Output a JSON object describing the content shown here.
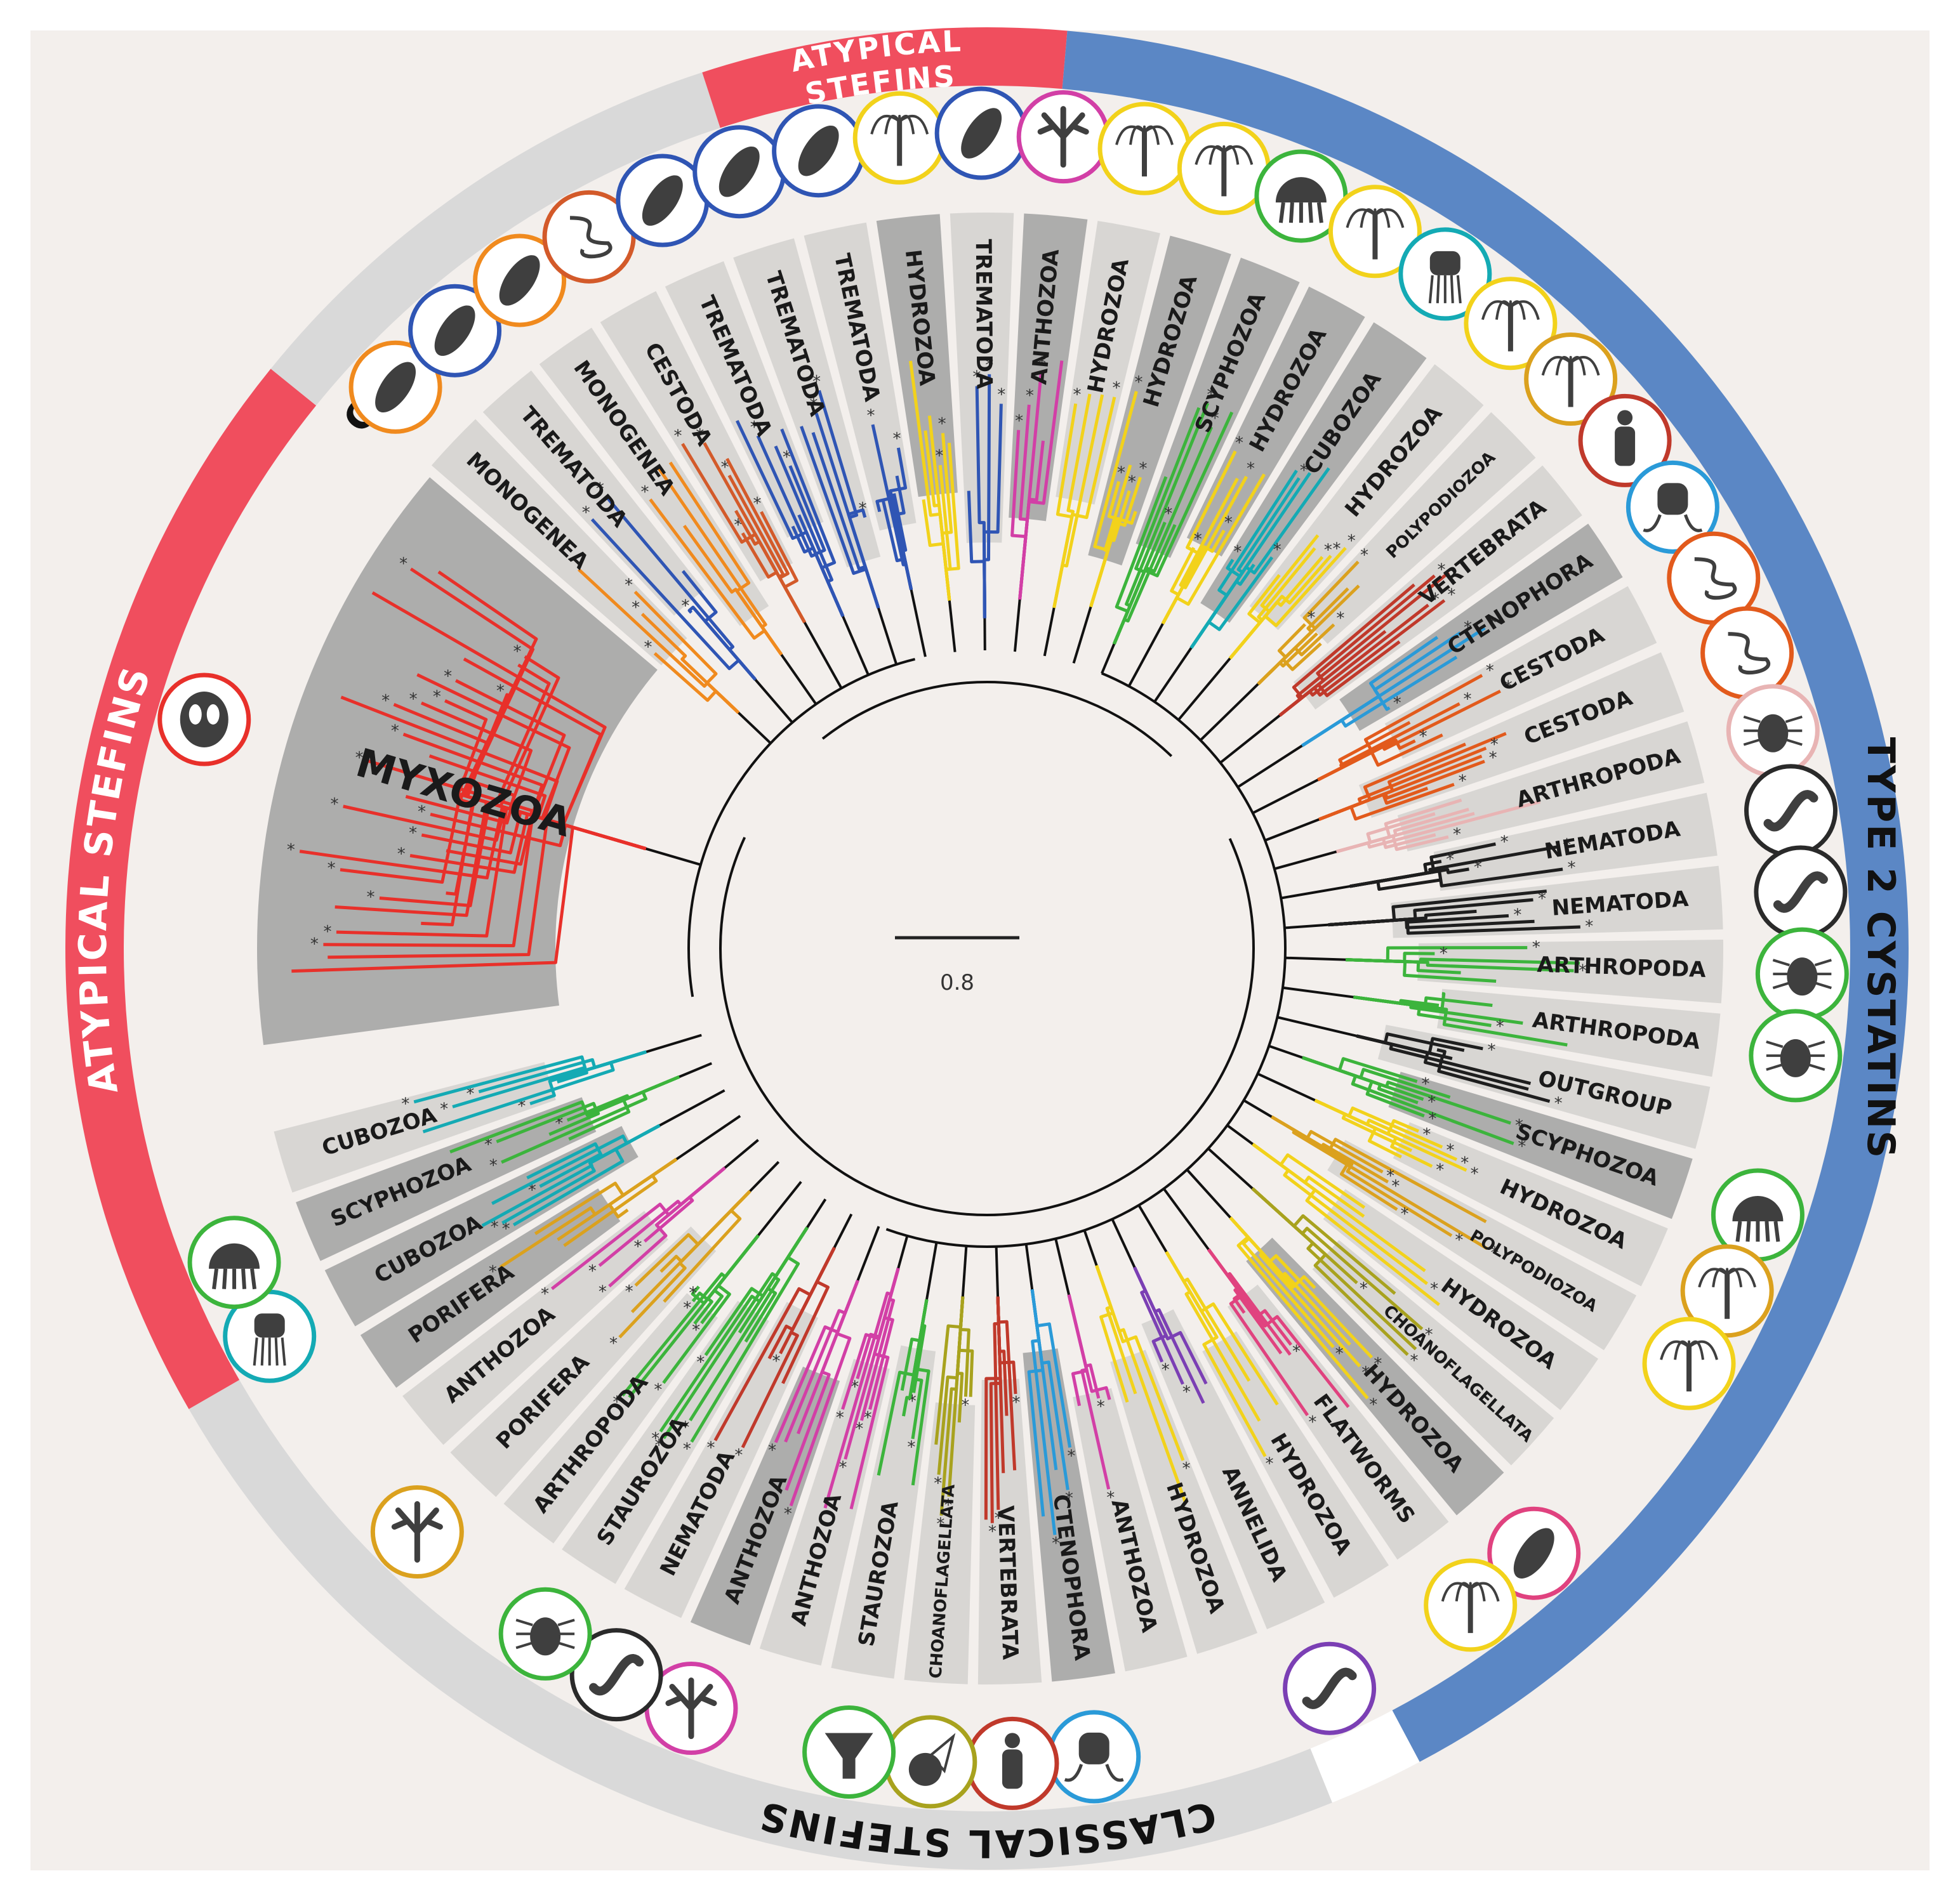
{
  "colors": {
    "background": "#f3efec",
    "frame": "#ffffff",
    "classical": "#d9d9d9",
    "atypical": "#f04e5e",
    "type2": "#5b87c5",
    "gap": "#ffffff",
    "clade_dark": "#a9a9a9",
    "clade_light": "#d6d4d2",
    "branch": "#111111",
    "icon_fill": "#3f3f3f"
  },
  "groups": [
    {
      "label": "ATYPICAL STEFINS",
      "kind": "atypical"
    },
    {
      "label": "CLASSICAL STEFINS",
      "kind": "classical"
    },
    {
      "label": "ATYPICAL",
      "label2": "STEFINS",
      "kind": "atypical"
    },
    {
      "label": "TYPE 2 CYSTATINS",
      "kind": "type2"
    },
    {
      "label": "CLASSICAL STEFINS",
      "kind": "classical"
    }
  ],
  "scale_bar": {
    "label": "0.8"
  },
  "clades": [
    {
      "label": "MYXOZOA",
      "color": "#e8302a",
      "shade": "dark",
      "icon": "myxozoa-spore-icon",
      "ring": "#e8302a"
    },
    {
      "label": "MONOGENEA",
      "color": "#f08a1e",
      "shade": "light",
      "icon": "monogenea-icon",
      "ring": "#f08a1e"
    },
    {
      "label": "TREMATODA",
      "color": "#2f55b4",
      "shade": "light",
      "icon": "flatworm-icon",
      "ring": "#2f55b4"
    },
    {
      "label": "MONOGENEA",
      "color": "#f08a1e",
      "shade": "light",
      "icon": "monogenea-icon",
      "ring": "#f08a1e"
    },
    {
      "label": "CESTODA",
      "color": "#d35a2a",
      "shade": "light",
      "icon": "tapeworm-icon",
      "ring": "#d35a2a"
    },
    {
      "label": "TREMATODA",
      "color": "#2f55b4",
      "shade": "light",
      "icon": "flatworm-icon",
      "ring": "#2f55b4"
    },
    {
      "label": "TREMATODA",
      "color": "#2f55b4",
      "shade": "light",
      "icon": "flatworm-icon",
      "ring": "#2f55b4"
    },
    {
      "label": "TREMATODA",
      "color": "#2f55b4",
      "shade": "light",
      "icon": "flatworm-icon",
      "ring": "#2f55b4"
    },
    {
      "label": "HYDROZOA",
      "color": "#f2d21b",
      "shade": "dark",
      "icon": "hydroid-icon",
      "ring": "#f2d21b"
    },
    {
      "label": "TREMATODA",
      "color": "#2f55b4",
      "shade": "light",
      "icon": "flatworm-icon",
      "ring": "#2f55b4"
    },
    {
      "label": "ANTHOZOA",
      "color": "#d23fa6",
      "shade": "dark",
      "icon": "coral-icon",
      "ring": "#d23fa6"
    },
    {
      "label": "HYDROZOA",
      "color": "#f2d21b",
      "shade": "light",
      "icon": "hydroid-icon",
      "ring": "#f2d21b"
    },
    {
      "label": "HYDROZOA",
      "color": "#f2d21b",
      "shade": "dark",
      "icon": "hydroid-icon",
      "ring": "#f2d21b"
    },
    {
      "label": "SCYPHOZOA",
      "color": "#3cb43c",
      "shade": "dark",
      "icon": "jellyfish-icon",
      "ring": "#3cb43c"
    },
    {
      "label": "HYDROZOA",
      "color": "#f2d21b",
      "shade": "dark",
      "icon": "hydroid-icon",
      "ring": "#f2d21b"
    },
    {
      "label": "CUBOZOA",
      "color": "#14aab4",
      "shade": "dark",
      "icon": "box-jellyfish-icon",
      "ring": "#14aab4"
    },
    {
      "label": "HYDROZOA",
      "color": "#f2d21b",
      "shade": "light",
      "icon": "hydroid-icon",
      "ring": "#f2d21b"
    },
    {
      "label": "POLYPODIOZOA",
      "color": "#dba11e",
      "shade": "light",
      "icon": "polypodium-icon",
      "ring": "#dba11e"
    },
    {
      "label": "VERTEBRATA",
      "color": "#c0392b",
      "shade": "light",
      "icon": "human-icon",
      "ring": "#c0392b"
    },
    {
      "label": "CTENOPHORA",
      "color": "#2a9ad8",
      "shade": "dark",
      "icon": "comb-jelly-icon",
      "ring": "#2a9ad8"
    },
    {
      "label": "CESTODA",
      "color": "#e25a1c",
      "shade": "light",
      "icon": "tapeworm-icon",
      "ring": "#e25a1c"
    },
    {
      "label": "CESTODA",
      "color": "#e25a1c",
      "shade": "light",
      "icon": "tapeworm-icon",
      "ring": "#e25a1c"
    },
    {
      "label": "ARTHROPODA",
      "color": "#e8b4b4",
      "shade": "light",
      "icon": "insect-icon",
      "ring": "#e8b4b4"
    },
    {
      "label": "NEMATODA",
      "color": "#1e1e1e",
      "shade": "light",
      "icon": "nematode-icon",
      "ring": "#2a2a2a"
    },
    {
      "label": "NEMATODA",
      "color": "#1e1e1e",
      "shade": "light",
      "icon": "nematode-icon",
      "ring": "#2a2a2a"
    },
    {
      "label": "ARTHROPODA",
      "color": "#3cb43c",
      "shade": "light",
      "icon": "tick-icon",
      "ring": "#3cb43c"
    },
    {
      "label": "ARTHROPODA",
      "color": "#3cb43c",
      "shade": "light",
      "icon": "tick-icon",
      "ring": "#3cb43c"
    },
    {
      "label": "OUTGROUP",
      "color": "#1e1e1e",
      "shade": "light",
      "icon": "",
      "ring": ""
    },
    {
      "label": "SCYPHOZOA",
      "color": "#3cb43c",
      "shade": "dark",
      "icon": "jellyfish-icon",
      "ring": "#3cb43c"
    },
    {
      "label": "HYDROZOA",
      "color": "#f2d21b",
      "shade": "light",
      "icon": "polypodium-icon",
      "ring": "#dba11e"
    },
    {
      "label": "POLYPODIOZOA",
      "color": "#dba11e",
      "shade": "light",
      "icon": "hydroid-icon",
      "ring": "#f2d21b"
    },
    {
      "label": "HYDROZOA",
      "color": "#f2d21b",
      "shade": "light",
      "icon": "",
      "ring": ""
    },
    {
      "label": "CHOANOFLAGELLATA",
      "color": "#a8a21e",
      "shade": "light",
      "icon": "",
      "ring": ""
    },
    {
      "label": "HYDROZOA",
      "color": "#f2d21b",
      "shade": "dark",
      "icon": "flatworm-pink-icon",
      "ring": "#e0427f"
    },
    {
      "label": "FLATWORMS",
      "color": "#e0427f",
      "shade": "light",
      "icon": "hydroid-icon",
      "ring": "#f2d21b"
    },
    {
      "label": "HYDROZOA",
      "color": "#f2d21b",
      "shade": "light",
      "icon": "",
      "ring": ""
    },
    {
      "label": "ANNELIDA",
      "color": "#7b3fb4",
      "shade": "light",
      "icon": "annelid-icon",
      "ring": "#7b3fb4"
    },
    {
      "label": "HYDROZOA",
      "color": "#f2d21b",
      "shade": "light",
      "icon": "",
      "ring": ""
    },
    {
      "label": "ANTHOZOA",
      "color": "#d23fa6",
      "shade": "light",
      "icon": "",
      "ring": ""
    },
    {
      "label": "CTENOPHORA",
      "color": "#2a9ad8",
      "shade": "dark",
      "icon": "comb-jelly-icon",
      "ring": "#2a9ad8"
    },
    {
      "label": "VERTEBRATA",
      "color": "#c0392b",
      "shade": "light",
      "icon": "human-icon",
      "ring": "#c0392b"
    },
    {
      "label": "CHOANOFLAGELLATA",
      "color": "#a8a21e",
      "shade": "light",
      "icon": "choanoflagellate-icon",
      "ring": "#a8a21e"
    },
    {
      "label": "STAUROZOA",
      "color": "#3cb43c",
      "shade": "light",
      "icon": "stalked-jelly-icon",
      "ring": "#3cb43c"
    },
    {
      "label": "ANTHOZOA",
      "color": "#d23fa6",
      "shade": "light",
      "icon": "",
      "ring": ""
    },
    {
      "label": "ANTHOZOA",
      "color": "#d23fa6",
      "shade": "dark",
      "icon": "coral-icon",
      "ring": "#d23fa6"
    },
    {
      "label": "NEMATODA",
      "color": "#c0392b",
      "shade": "light",
      "icon": "nematode-icon",
      "ring": "#2a2a2a"
    },
    {
      "label": "STAUROZOA",
      "color": "#3cb43c",
      "shade": "light",
      "icon": "tick-icon",
      "ring": "#3cb43c"
    },
    {
      "label": "ARTHROPODA",
      "color": "#3cb43c",
      "shade": "light",
      "icon": "",
      "ring": ""
    },
    {
      "label": "PORIFERA",
      "color": "#dba11e",
      "shade": "light",
      "icon": "sponge-icon",
      "ring": "#dba11e"
    },
    {
      "label": "ANTHOZOA",
      "color": "#d23fa6",
      "shade": "light",
      "icon": "",
      "ring": ""
    },
    {
      "label": "PORIFERA",
      "color": "#dba11e",
      "shade": "dark",
      "icon": "",
      "ring": ""
    },
    {
      "label": "CUBOZOA",
      "color": "#14aab4",
      "shade": "dark",
      "icon": "box-jellyfish-icon",
      "ring": "#14aab4"
    },
    {
      "label": "SCYPHOZOA",
      "color": "#3cb43c",
      "shade": "dark",
      "icon": "jellyfish-icon",
      "ring": "#3cb43c"
    },
    {
      "label": "CUBOZOA",
      "color": "#14aab4",
      "shade": "light",
      "icon": "",
      "ring": ""
    }
  ]
}
